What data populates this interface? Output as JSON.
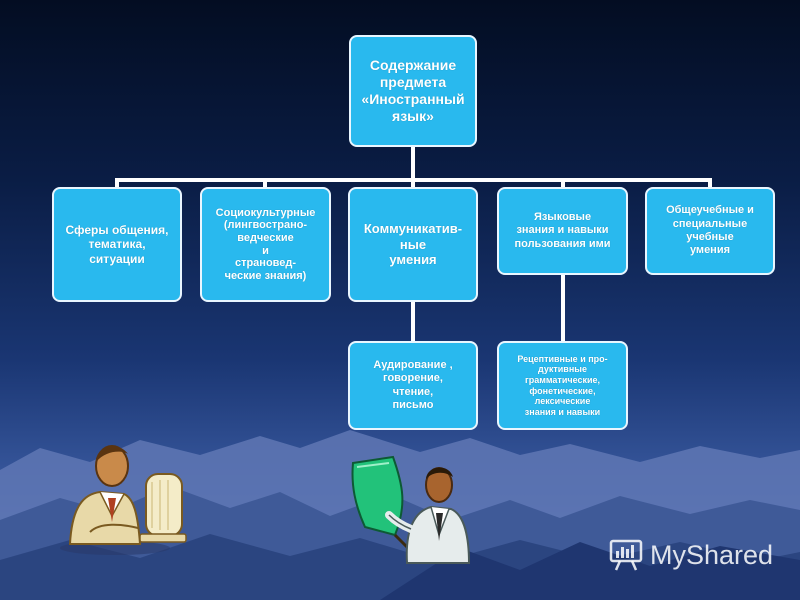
{
  "root": {
    "text": "Содержание\nпредмета\n«Иностранный\nязык»"
  },
  "level1": [
    {
      "text": "Сферы общения,\nтематика,\nситуации"
    },
    {
      "text": "Социокультурные\n(лингвострано-\nведческие\nи\nстрановед-\nческие знания)"
    },
    {
      "text": "Коммуникатив-\nные\nумения"
    },
    {
      "text": "Языковые\nзнания и навыки\nпользования ими"
    },
    {
      "text": "Общеучебные и\nспециальные\nучебные\nумения"
    }
  ],
  "level2": [
    {
      "text": "Аудирование ,\nговорение,\nчтение,\nписьмо"
    },
    {
      "text": "Рецептивные и про-\nдуктивные\nграмматические,\nфонетические,\nлексические\nзнания и навыки"
    }
  ],
  "watermark": {
    "text": "MyShared",
    "icon": "presentation-board-icon"
  },
  "colors": {
    "box": "#29b9ee",
    "box_border": "#e9f6ff",
    "connector": "#ffffff"
  }
}
